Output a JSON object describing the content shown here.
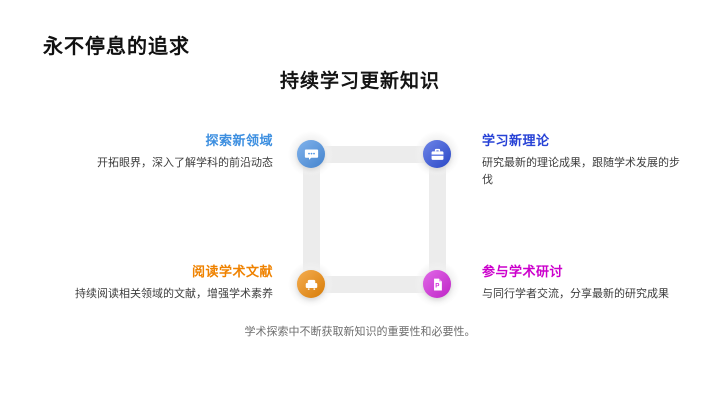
{
  "slide": {
    "title": "永不停息的追求",
    "subtitle": "持续学习更新知识",
    "caption": "学术探索中不断获取新知识的重要性和必要性。"
  },
  "sections": {
    "top_left": {
      "label": "探索新领域",
      "desc": "开拓眼界，深入了解学科的前沿动态",
      "label_color": "#3d8fe0",
      "circle_color": "#4b92e4",
      "icon": "chat-bubble-icon"
    },
    "top_right": {
      "label": "学习新理论",
      "desc": "研究最新的理论成果，跟随学术发展的步伐",
      "label_color": "#2742d6",
      "circle_color": "#2f50dd",
      "icon": "briefcase-icon"
    },
    "bottom_left": {
      "label": "阅读学术文献",
      "desc": "持续阅读相关领域的文献，增强学术素养",
      "label_color": "#ef8200",
      "circle_color": "#f08a07",
      "icon": "armchair-icon"
    },
    "bottom_right": {
      "label": "参与学术研讨",
      "desc": "与同行学者交流，分享最新的研究成果",
      "label_color": "#cc00cc",
      "circle_color": "#d428dd",
      "icon": "document-p-icon"
    }
  },
  "diagram": {
    "connector_color": "#ececec",
    "halo_color": "#f1f1f1"
  }
}
